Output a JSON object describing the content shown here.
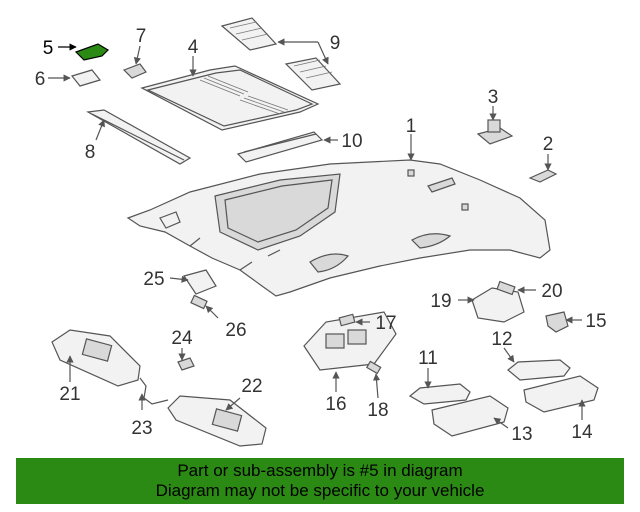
{
  "callouts": [
    "1",
    "2",
    "3",
    "4",
    "5",
    "6",
    "7",
    "8",
    "9",
    "10",
    "11",
    "12",
    "13",
    "14",
    "15",
    "16",
    "17",
    "18",
    "19",
    "20",
    "21",
    "22",
    "23",
    "24",
    "25",
    "26"
  ],
  "highlight_color": "#2a8a14",
  "banner": {
    "line1": "Part or sub-assembly is #5 in diagram",
    "line2": "Diagram may not be specific to your vehicle"
  }
}
